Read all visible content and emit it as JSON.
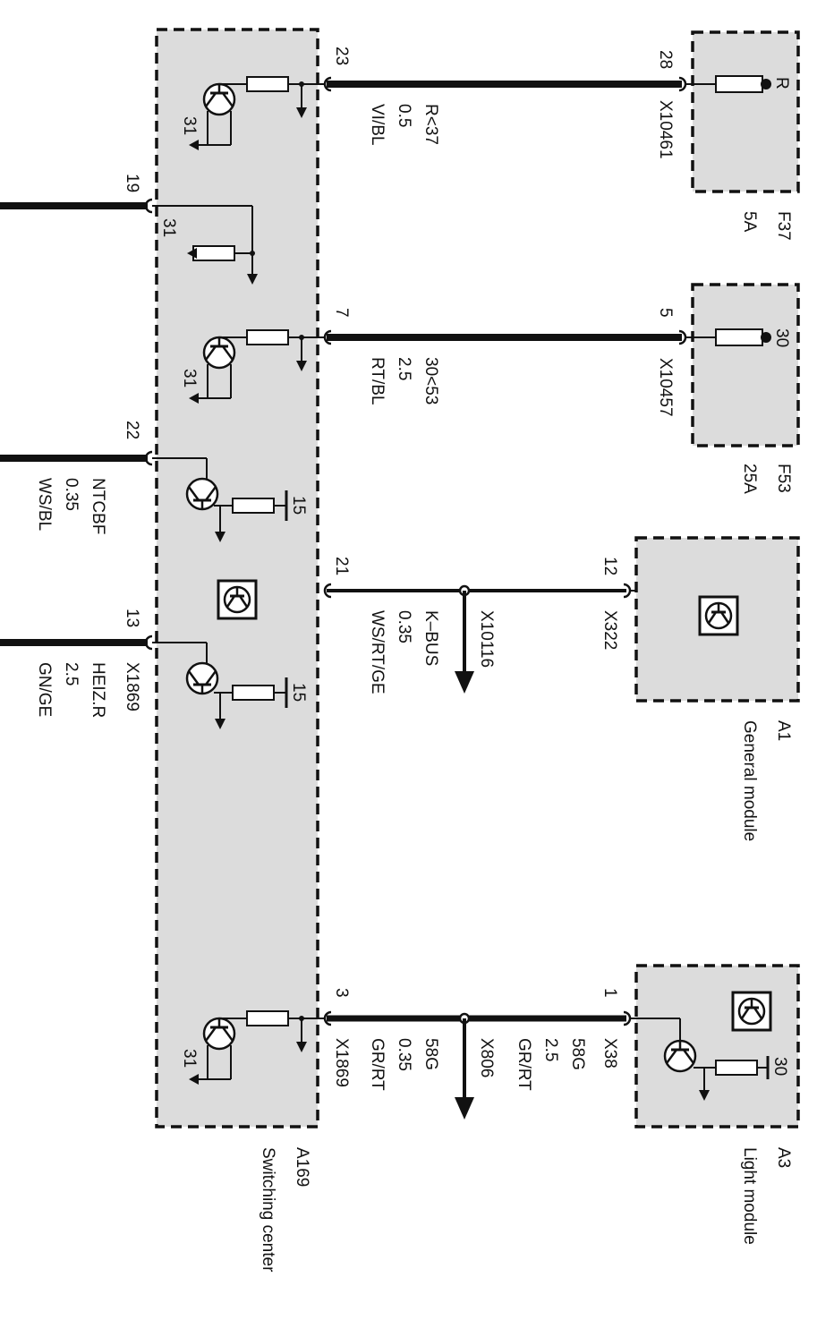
{
  "components": {
    "f37": {
      "ref": "F37",
      "rating": "5A",
      "terminal": "R"
    },
    "f53": {
      "ref": "F53",
      "rating": "25A",
      "terminal": "30"
    },
    "a1": {
      "ref": "A1",
      "name": "General module"
    },
    "a3": {
      "ref": "A3",
      "name": "Light module",
      "terminal": "30"
    },
    "a169": {
      "ref": "A169",
      "name": "Switching center"
    }
  },
  "connectors": {
    "x10461": {
      "id": "X10461",
      "pin": "28"
    },
    "x10457": {
      "id": "X10457",
      "pin": "5"
    },
    "x322": {
      "id": "X322",
      "pin": "12"
    },
    "x38": {
      "id": "X38",
      "pin": "1"
    },
    "x10116": {
      "id": "X10116"
    },
    "x806": {
      "id": "X806"
    },
    "a169_right": {
      "id": "X1869",
      "pins": [
        "23",
        "7",
        "21",
        "3"
      ]
    },
    "a169_left": {
      "id": "X1869",
      "pins": [
        "19",
        "22",
        "13"
      ]
    }
  },
  "wires": [
    {
      "signal": "R<37",
      "size": "0.5",
      "color": "VI/BL"
    },
    {
      "signal": "30<53",
      "size": "2.5",
      "color": "RT/BL"
    },
    {
      "signal": "K–BUS",
      "size": "0.35",
      "color": "WS/RT/GE"
    },
    {
      "signal": "58G",
      "size": "0.35",
      "color": "GR/RT"
    },
    {
      "signal": "58G",
      "size": "2.5",
      "color": "GR/RT"
    },
    {
      "signal": "NTCBF",
      "size": "0.35",
      "color": "WS/BL"
    },
    {
      "signal": "HEIZ.R",
      "size": "2.5",
      "color": "GN/GE"
    }
  ],
  "internal": {
    "ground": "31",
    "terminal15": "15"
  }
}
